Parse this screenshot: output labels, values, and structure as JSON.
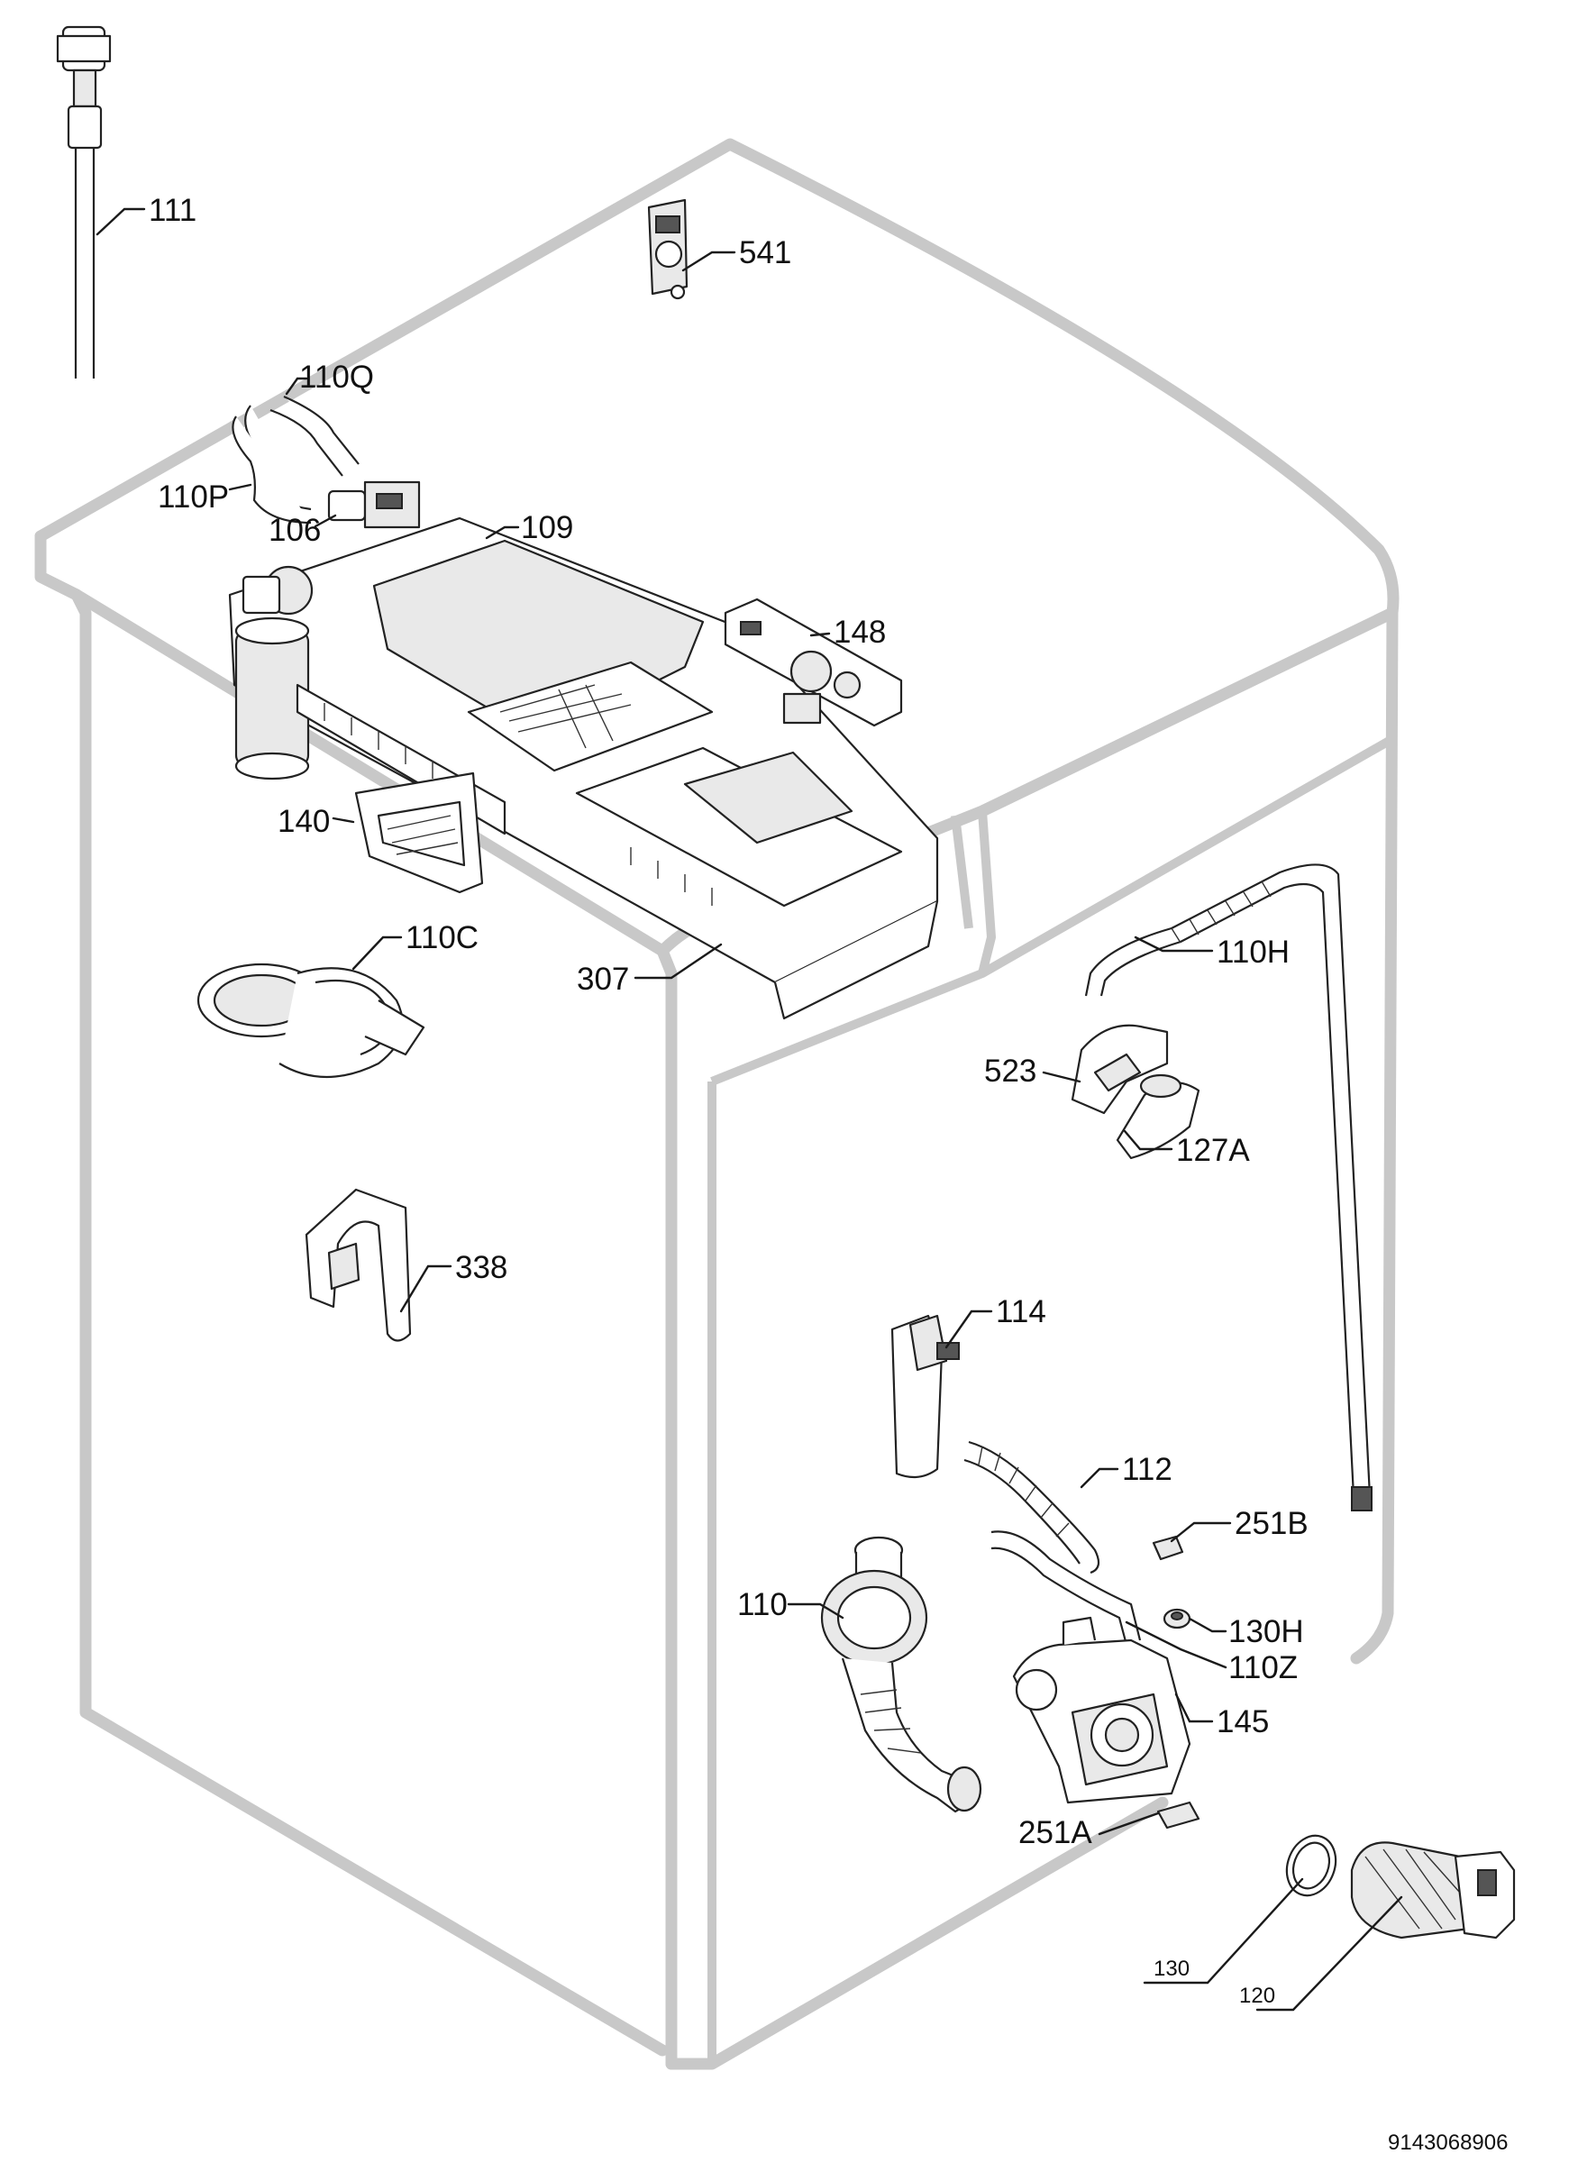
{
  "labels": {
    "p111": "111",
    "p541": "541",
    "p110Q": "110Q",
    "p110P": "110P",
    "p106": "106",
    "p109": "109",
    "p148": "148",
    "p140": "140",
    "p110C": "110C",
    "p307": "307",
    "p110H": "110H",
    "p523": "523",
    "p127A": "127A",
    "p338": "338",
    "p114": "114",
    "p112": "112",
    "p251B": "251B",
    "p110": "110",
    "p130H": "130H",
    "p110Z": "110Z",
    "p145": "145",
    "p251A": "251A",
    "p130": "130",
    "p120": "120"
  },
  "drawing_number": "9143068906"
}
